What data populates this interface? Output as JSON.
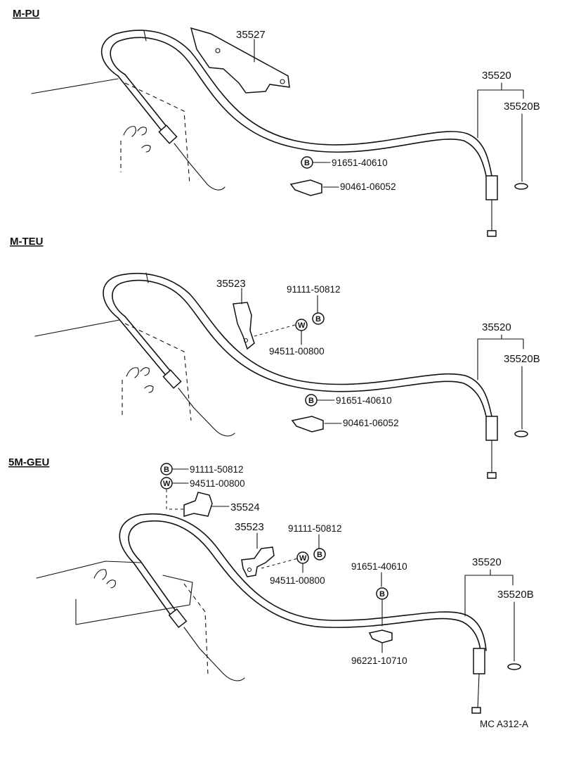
{
  "sections": [
    {
      "title": "M-PU",
      "parts": {
        "bracket": "35527",
        "cable": "35520",
        "cable_alt": "35520B",
        "bolt_symbol": "B",
        "bolt": "91651-40610",
        "clamp": "90461-06052"
      }
    },
    {
      "title": "M-TEU",
      "parts": {
        "bracket": "35523",
        "bolt_top": "91111-50812",
        "bolt_symbol": "B",
        "washer_symbol": "W",
        "washer": "94511-00800",
        "cable": "35520",
        "cable_alt": "35520B",
        "bolt": "91651-40610",
        "clamp": "90461-06052"
      }
    },
    {
      "title": "5M-GEU",
      "parts": {
        "bolt_top": "91111-50812",
        "washer_top": "94511-00800",
        "bracket_top": "35524",
        "bracket": "35523",
        "bolt_mid": "91111-50812",
        "washer_mid": "94511-00800",
        "bolt": "91651-40610",
        "clamp": "96221-10710",
        "cable": "35520",
        "cable_alt": "35520B",
        "bolt_symbol": "B",
        "washer_symbol": "W"
      }
    }
  ],
  "footer": {
    "code": "MC  A312-A"
  }
}
